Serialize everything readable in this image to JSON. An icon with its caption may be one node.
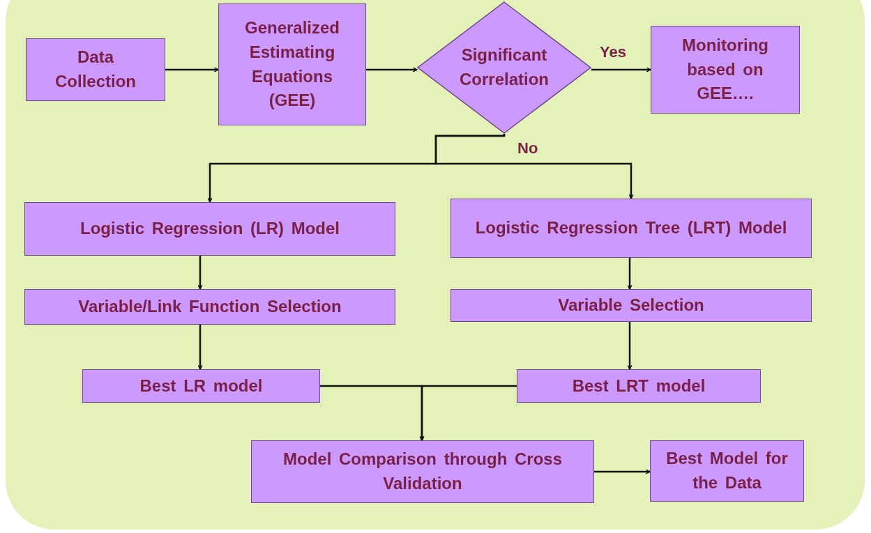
{
  "diagram": {
    "nodes": [
      {
        "text": [
          "Data Collection"
        ]
      },
      {
        "text": [
          "Generalized Estimating Equations (GEE)"
        ]
      },
      {
        "text": [
          "Significant Correlation"
        ]
      },
      {
        "text": [
          "Monitoring based on GEE…."
        ]
      },
      {
        "text": [
          "Logistic Regression (LR) Model"
        ]
      },
      {
        "text": [
          "Logistic Regression Tree (LRT) Model"
        ]
      },
      {
        "text": [
          "Variable/Link Function Selection"
        ]
      },
      {
        "text": [
          "Variable Selection"
        ]
      },
      {
        "text": [
          "Best LR model"
        ]
      },
      {
        "text": [
          "Best LRT model"
        ]
      },
      {
        "text": [
          "Model Comparison through Cross Validation"
        ]
      },
      {
        "text": [
          "Best Model for the Data"
        ]
      }
    ],
    "edges": [
      {
        "from": 0,
        "to": 1,
        "arrow": "to"
      },
      {
        "from": 1,
        "to": 2,
        "arrow": "to"
      },
      {
        "from": 2,
        "to": 3,
        "arrow": "to",
        "label": "Yes"
      },
      {
        "from": 2,
        "to": 4,
        "arrow": "to"
      },
      {
        "from": 2,
        "to": 5,
        "arrow": "to",
        "label": "No"
      },
      {
        "from": 4,
        "to": 6,
        "arrow": "to"
      },
      {
        "from": 5,
        "to": 7,
        "arrow": "to"
      },
      {
        "from": 6,
        "to": 8,
        "arrow": "to"
      },
      {
        "from": 7,
        "to": 9,
        "arrow": "to"
      },
      {
        "from": 8,
        "to": 10,
        "arrow": "to"
      },
      {
        "from": 9,
        "to": 10,
        "arrow": "to"
      },
      {
        "from": 10,
        "to": 11,
        "arrow": "to"
      }
    ]
  }
}
